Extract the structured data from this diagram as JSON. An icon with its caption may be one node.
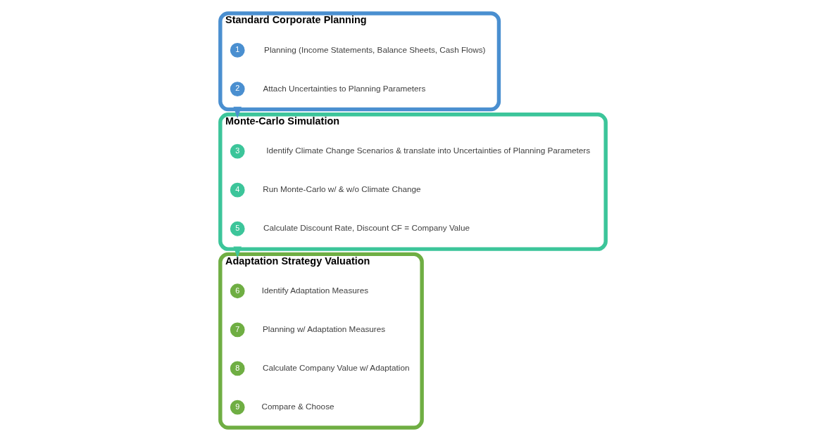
{
  "diagram": {
    "nodes": [
      {
        "text": [
          "Standard Corporate Planning"
        ]
      },
      {
        "text": [
          "1"
        ],
        "in": 0,
        "beside": [
          "Planning (Income Statements, Balance Sheets, Cash Flows)"
        ]
      },
      {
        "text": [
          "2"
        ],
        "in": 0,
        "beside": [
          "Attach Uncertainties to Planning Parameters"
        ]
      },
      {
        "text": [
          "Monte-Carlo Simulation"
        ]
      },
      {
        "text": [
          "3"
        ],
        "in": 3,
        "beside": [
          "Identify Climate Change Scenarios & translate into Uncertainties of Planning Parameters"
        ]
      },
      {
        "text": [
          "4"
        ],
        "in": 3,
        "beside": [
          "Run Monte-Carlo w/ & w/o Climate Change"
        ]
      },
      {
        "text": [
          "5"
        ],
        "in": 3,
        "beside": [
          "Calculate Discount Rate, Discount CF = Company Value"
        ]
      },
      {
        "text": [
          "Adaptation Strategy Valuation"
        ]
      },
      {
        "text": [
          "6"
        ],
        "in": 7,
        "beside": [
          "Identify Adaptation Measures"
        ]
      },
      {
        "text": [
          "7"
        ],
        "in": 7,
        "beside": [
          "Planning w/ Adaptation Measures"
        ]
      },
      {
        "text": [
          "8"
        ],
        "in": 7,
        "beside": [
          "Calculate Company Value w/ Adaptation"
        ]
      },
      {
        "text": [
          "9"
        ],
        "in": 7,
        "beside": [
          "Compare & Choose"
        ]
      }
    ],
    "edges": [
      {
        "from": 0,
        "to": 3,
        "arrow": "to"
      },
      {
        "from": 3,
        "to": 7,
        "arrow": "to"
      }
    ]
  }
}
